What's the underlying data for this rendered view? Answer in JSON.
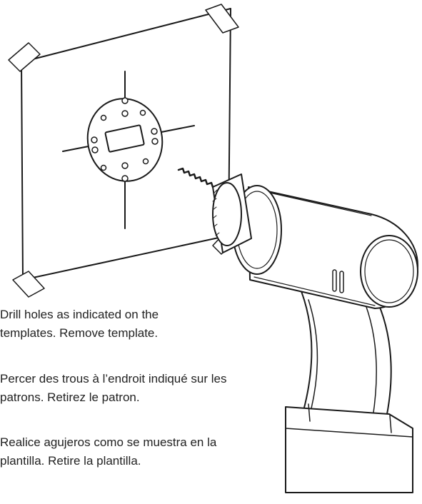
{
  "instructions": {
    "english": "Drill holes as indicated on the templates. Remove template.",
    "french": "Percer des trous à l’endroit indiqué sur les patrons. Retirez le patron.",
    "spanish": "Realice agujeros como se muestra en la plantilla. Retire la plantilla."
  },
  "illustration": {
    "subject": "cordless-drill-icon",
    "template": "wall-template",
    "line_color": "#1a1a1a",
    "background": "#ffffff"
  }
}
